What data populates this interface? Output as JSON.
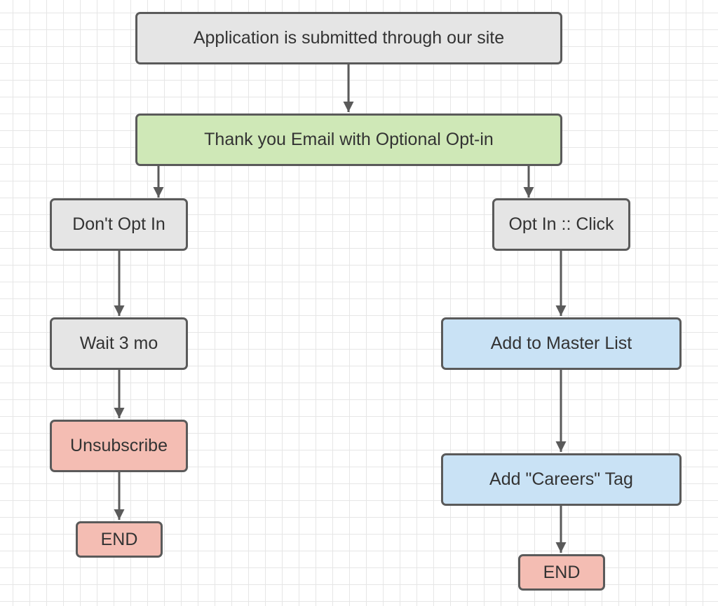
{
  "nodes": {
    "submitted": "Application is submitted through our site",
    "thank_you": "Thank you Email with Optional Opt-in",
    "dont_opt_in": "Don't Opt In",
    "opt_in": "Opt In :: Click",
    "wait": "Wait 3 mo",
    "master_list": "Add to Master List",
    "unsubscribe": "Unsubscribe",
    "careers_tag": "Add \"Careers\" Tag",
    "end_left": "END",
    "end_right": "END"
  },
  "colors": {
    "gray_fill": "#e5e5e5",
    "green_fill": "#cfe8b7",
    "blue_fill": "#c9e2f5",
    "red_fill": "#f4bdb3",
    "stroke": "#5a5a5a"
  }
}
